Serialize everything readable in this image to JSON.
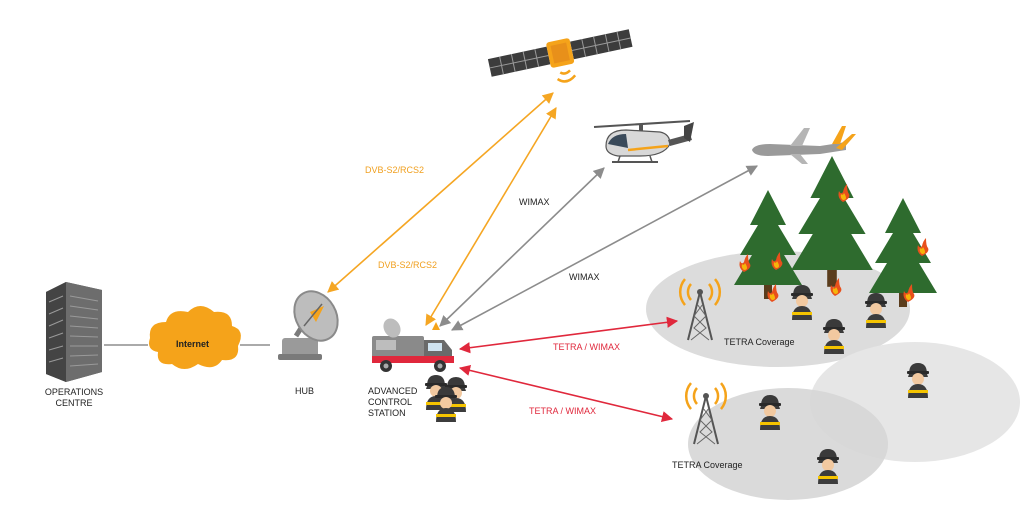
{
  "colors": {
    "satellite_link": "#f5a623",
    "wimax_link": "#8c8c8c",
    "tetra_link": "#e0283c",
    "coverage_zone": "#dcdcdc",
    "tree": "#2e6b2e",
    "cloud": "#f5a31a",
    "building": "#555555"
  },
  "nodes": {
    "operations_centre": "OPERATIONS\nCENTRE",
    "internet": "Internet",
    "hub": "HUB",
    "advanced_control_station": "ADVANCED\nCONTROL\nSTATION"
  },
  "links": {
    "dvb_upper": "DVB-S2/RCS2",
    "dvb_lower": "DVB-S2/RCS2",
    "wimax_helicopter": "WIMAX",
    "wimax_drone": "WIMAX",
    "tetra_upper": "TETRA / WIMAX",
    "tetra_lower": "TETRA / WIMAX"
  },
  "coverage": {
    "upper": "TETRA  Coverage",
    "lower": "TETRA  Coverage"
  },
  "icons": [
    "building-icon",
    "cloud-icon",
    "satellite-dish-icon",
    "fire-truck-icon",
    "satellite-icon",
    "helicopter-icon",
    "drone-icon",
    "radio-tower-icon",
    "tree-icon",
    "fire-icon",
    "firefighter-icon"
  ]
}
